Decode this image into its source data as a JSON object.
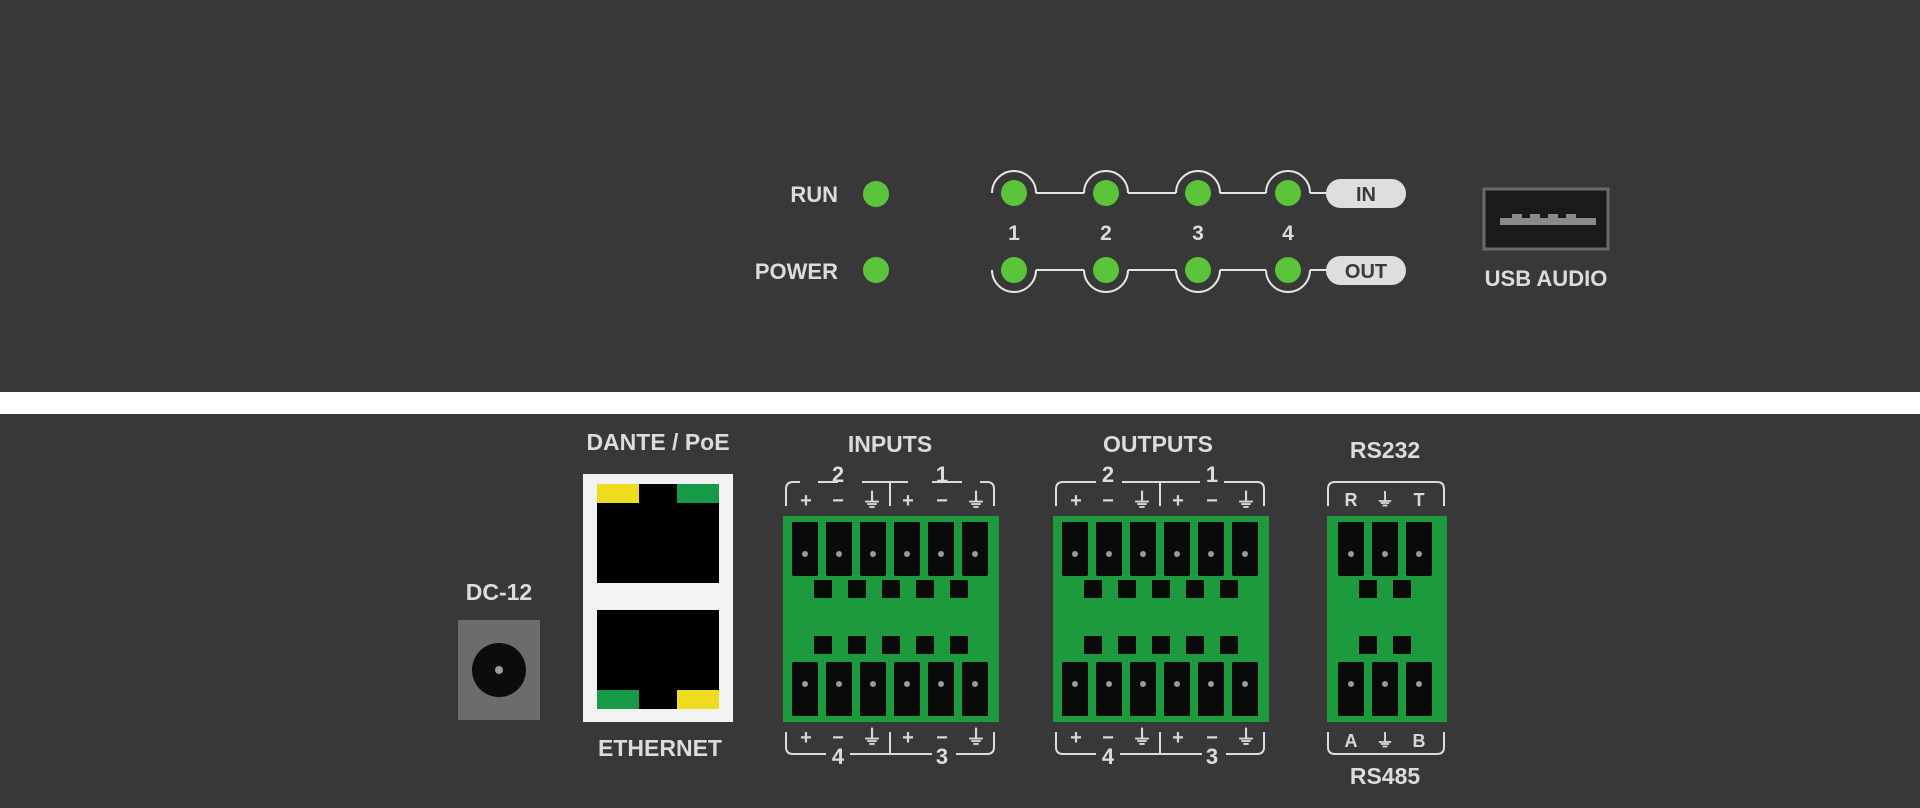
{
  "front_panel": {
    "status_leds": [
      {
        "label": "RUN"
      },
      {
        "label": "POWER"
      }
    ],
    "channel_numbers": [
      "1",
      "2",
      "3",
      "4"
    ],
    "in_badge": "IN",
    "out_badge": "OUT",
    "usb_label": "USB AUDIO"
  },
  "rear_panel": {
    "dc_label": "DC-12",
    "dante_label": "DANTE / PoE",
    "ethernet_label": "ETHERNET",
    "inputs": {
      "title": "INPUTS",
      "top_channels": [
        "2",
        "1"
      ],
      "bottom_channels": [
        "4",
        "3"
      ]
    },
    "outputs": {
      "title": "OUTPUTS",
      "top_channels": [
        "2",
        "1"
      ],
      "bottom_channels": [
        "4",
        "3"
      ]
    },
    "pin_symbols": {
      "plus": "+",
      "minus": "−",
      "ground": "⏚"
    },
    "rs232": {
      "title": "RS232",
      "pins": [
        "R",
        "⏚",
        "T"
      ]
    },
    "rs485": {
      "title": "RS485",
      "pins": [
        "A",
        "⏚",
        "B"
      ]
    }
  },
  "colors": {
    "panel": "#383838",
    "led_green": "#5cc43a",
    "terminal_green": "#1e9a3e",
    "port_yellow": "#f0dc1e",
    "port_green": "#179a45",
    "label": "#dcdcdc"
  }
}
